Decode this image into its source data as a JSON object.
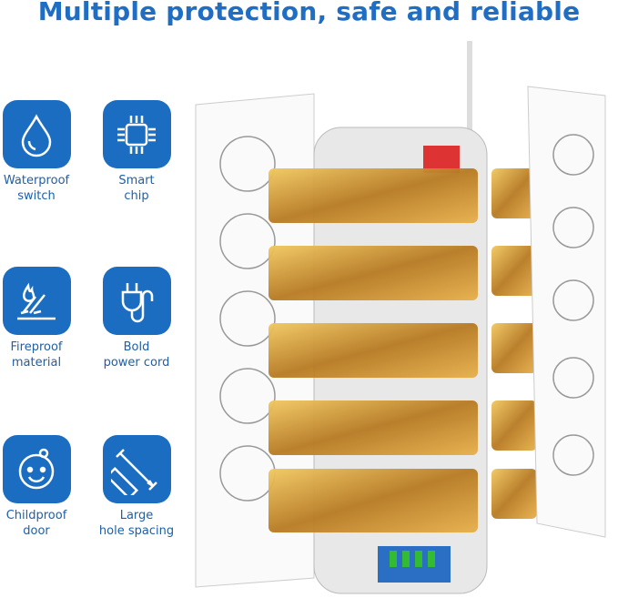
{
  "title": "Multiple protection, safe and reliable",
  "features": [
    {
      "icon": "water-drop-icon",
      "line1": "Waterproof",
      "line2": "switch"
    },
    {
      "icon": "chip-icon",
      "line1": "Smart",
      "line2": "chip"
    },
    {
      "icon": "fire-icon",
      "line1": "Fireproof",
      "line2": "material"
    },
    {
      "icon": "plug-icon",
      "line1": "Bold",
      "line2": "power cord"
    },
    {
      "icon": "baby-face-icon",
      "line1": "Childproof",
      "line2": "door"
    },
    {
      "icon": "ruler-icon",
      "line1": "Large",
      "line2": "hole spacing"
    }
  ],
  "colors": {
    "accent": "#1b6dc1",
    "gold": "#c8922e"
  }
}
